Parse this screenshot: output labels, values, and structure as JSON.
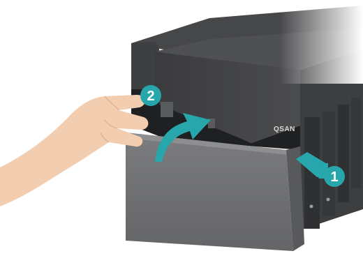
{
  "illustration": {
    "device": "nas-enclosure",
    "brand_logo": "QSAN",
    "steps": [
      {
        "number": "1",
        "action": "push-arrow"
      },
      {
        "number": "2",
        "action": "lift-arrow"
      }
    ],
    "colors": {
      "device_body": "#4a4a4c",
      "device_top": "#3c3d3f",
      "front_cover": "#6e6f71",
      "accent_teal": "#27a7ab",
      "skin": "#f3cdb0",
      "background": "#ffffff"
    }
  }
}
